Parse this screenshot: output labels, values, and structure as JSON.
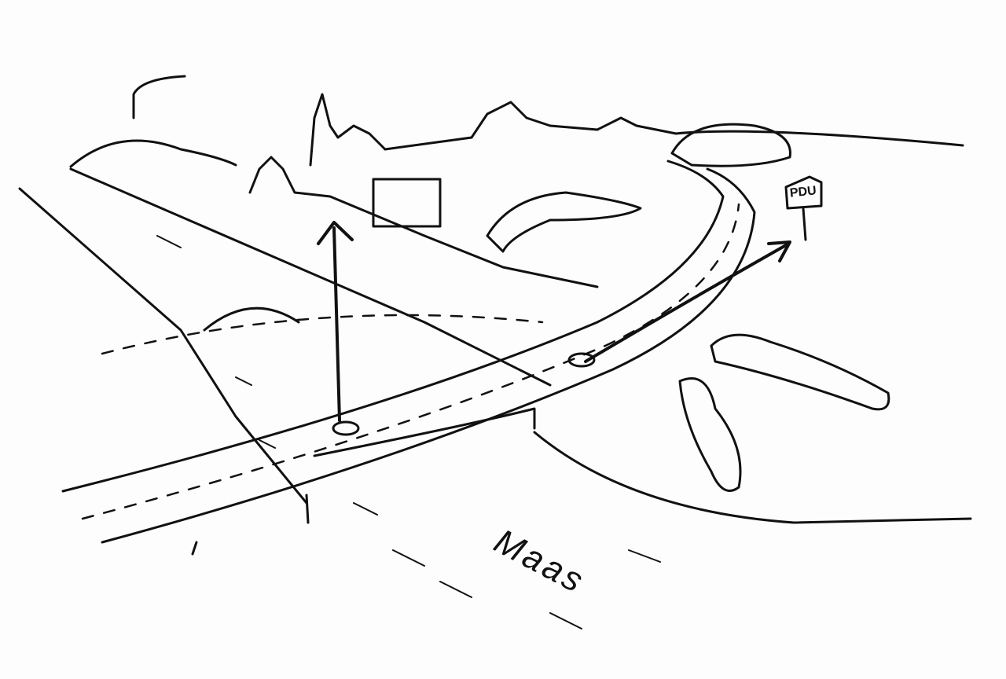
{
  "sketch": {
    "description": "Hand-drawn aerial sketch of a bridge crossing the river Maas toward a city skyline, with sight-line arrows",
    "labels": {
      "river": "Maas",
      "sign": "PDU"
    },
    "colors": {
      "ink": "#111111",
      "paper": "#fdfdfd"
    }
  }
}
